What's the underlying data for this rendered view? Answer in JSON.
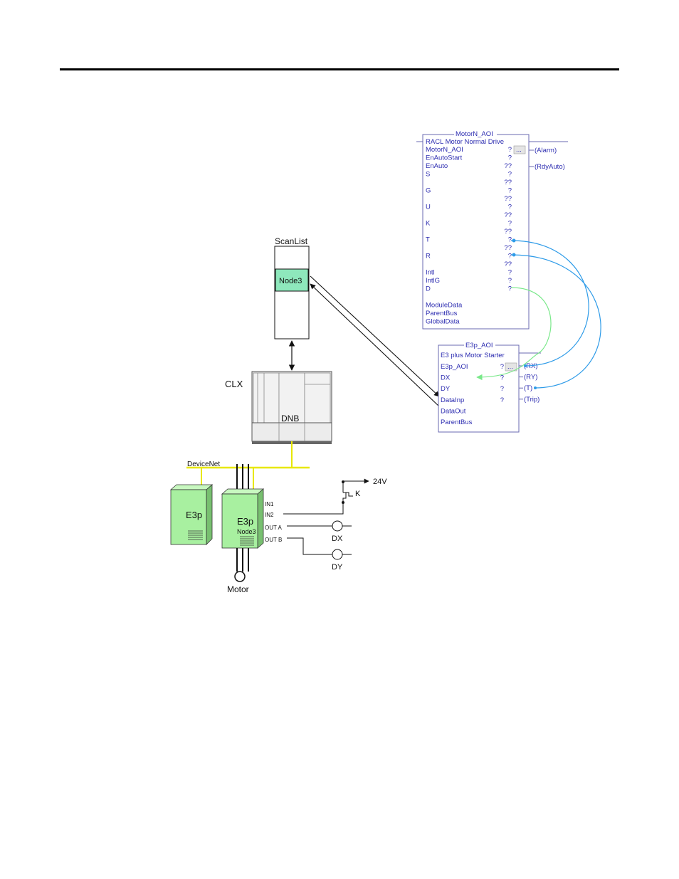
{
  "scanlist": {
    "label": "ScanList",
    "node": "Node3"
  },
  "clx": {
    "label": "CLX",
    "module": "DNB"
  },
  "devicenet": {
    "label": "DeviceNet"
  },
  "e3p_left": {
    "label": "E3p"
  },
  "e3p_node3": {
    "label": "E3p",
    "sub": "Node3"
  },
  "motor": {
    "label": "Motor"
  },
  "io": {
    "in1": "IN1",
    "in2": "IN2",
    "outa": "OUT A",
    "outb": "OUT B"
  },
  "field": {
    "supply": "24V",
    "switch": "K",
    "dx": "DX",
    "dy": "DY"
  },
  "motor_aoi": {
    "header": "MotorN_AOI",
    "desc": "RACL  Motor Normal Drive",
    "rows": [
      {
        "label": "MotorN_AOI",
        "val": "?"
      },
      {
        "label": "EnAutoStart",
        "val": "?"
      },
      {
        "label": "EnAuto",
        "val": "??"
      },
      {
        "label": "S",
        "val": "?"
      },
      {
        "label": "",
        "val": "??"
      },
      {
        "label": "G",
        "val": "?"
      },
      {
        "label": "",
        "val": "??"
      },
      {
        "label": "U",
        "val": "?"
      },
      {
        "label": "",
        "val": "??"
      },
      {
        "label": "K",
        "val": "?"
      },
      {
        "label": "",
        "val": "??"
      },
      {
        "label": "T",
        "val": "?"
      },
      {
        "label": "",
        "val": "??"
      },
      {
        "label": "R",
        "val": "?"
      },
      {
        "label": "",
        "val": "??"
      },
      {
        "label": "Intl",
        "val": "?"
      },
      {
        "label": "IntlG",
        "val": "?"
      },
      {
        "label": "D",
        "val": "?"
      },
      {
        "label": "",
        "val": ""
      },
      {
        "label": "ModuleData",
        "val": ""
      },
      {
        "label": "ParentBus",
        "val": ""
      },
      {
        "label": "GlobalData",
        "val": ""
      }
    ],
    "outputs": [
      "(Alarm)",
      "(RdyAuto)"
    ],
    "button": "..."
  },
  "e3p_aoi": {
    "header": "E3p_AOI",
    "desc": "E3 plus Motor Starter",
    "rows": [
      {
        "label": "E3p_AOI",
        "val": "?"
      },
      {
        "label": "DX",
        "val": "?"
      },
      {
        "label": "DY",
        "val": "?"
      },
      {
        "label": "DataInp",
        "val": "?"
      },
      {
        "label": "DataOut",
        "val": ""
      },
      {
        "label": "ParentBus",
        "val": ""
      }
    ],
    "outputs": [
      "(RX)",
      "(RY)",
      "(T)",
      "(Trip)"
    ],
    "button": "..."
  },
  "colors": {
    "node_fill": "#8ee8bc",
    "e3p_front": "#a8f0a0",
    "e3p_side": "#78c070",
    "bus": "#e8e800",
    "aoi_text": "#2b2bb0",
    "aoi_border": "#6a6ab0",
    "blue_wire": "#2e9be8",
    "green_wire": "#7ae88a"
  }
}
